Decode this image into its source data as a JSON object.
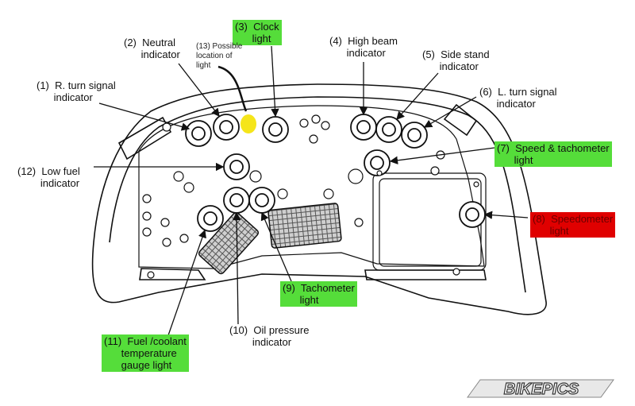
{
  "labels": {
    "l1": "(1)  R. turn signal\n      indicator",
    "l2": "(2)  Neutral\n      indicator",
    "l3": "(3)  Clock\n      light",
    "l4": "(4)  High beam\n      indicator",
    "l5": "(5)  Side stand\n      indicator",
    "l6": "(6)  L. turn signal\n      indicator",
    "l7": "(7)  Speed & tachometer\n      light",
    "l8": "(8)  Speedometer\n      light",
    "l9": "(9)  Tachometer\n      light",
    "l10": "(10)  Oil pressure\n        indicator",
    "l11": "(11)  Fuel /coolant\n      temperature\n      gauge light",
    "l12": "(12)  Low fuel\n        indicator",
    "l13": "(13) Possible\nlocation of\nlight"
  },
  "logo_text": "BIKEPICS",
  "colors": {
    "highlight_green": "#55dd3a",
    "highlight_red": "#e00000",
    "marker_yellow": "#f5e51a"
  }
}
